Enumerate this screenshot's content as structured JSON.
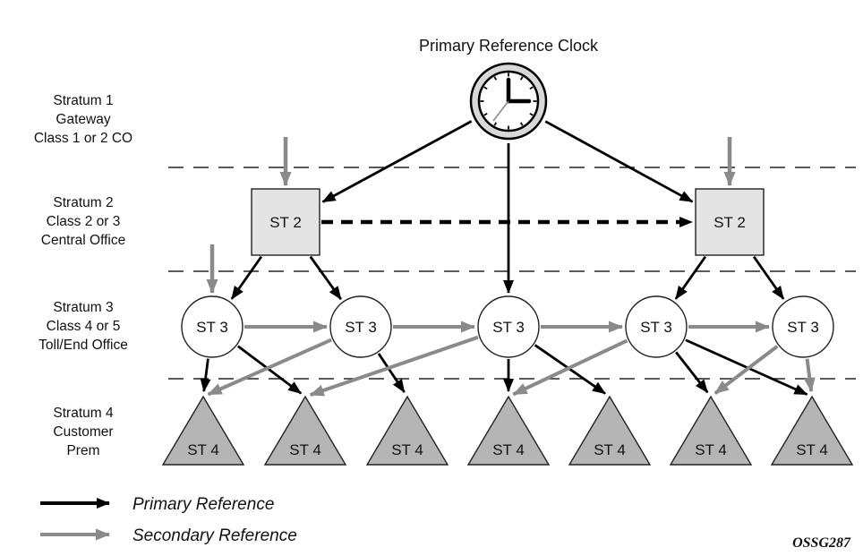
{
  "title": "Primary Reference Clock",
  "strata": [
    {
      "lines": [
        "Stratum 1",
        "Gateway",
        "Class 1 or 2 CO"
      ]
    },
    {
      "lines": [
        "Stratum 2",
        "Class 2 or 3",
        "Central Office"
      ]
    },
    {
      "lines": [
        "Stratum 3",
        "Class 4 or 5",
        "Toll/End Office"
      ]
    },
    {
      "lines": [
        "Stratum 4",
        "Customer",
        "Prem"
      ]
    }
  ],
  "nodes": {
    "clock_icon": "analog-clock",
    "st2": [
      "ST 2",
      "ST 2"
    ],
    "st3": [
      "ST 3",
      "ST 3",
      "ST 3",
      "ST 3",
      "ST 3"
    ],
    "st4": [
      "ST 4",
      "ST 4",
      "ST 4",
      "ST 4",
      "ST 4",
      "ST 4",
      "ST 4"
    ]
  },
  "connections": [
    {
      "from": "clock",
      "to": "st2-1",
      "type": "primary"
    },
    {
      "from": "clock",
      "to": "st2-2",
      "type": "primary"
    },
    {
      "from": "clock",
      "to": "st3-3",
      "type": "primary"
    },
    {
      "from": "st2-1",
      "to": "st2-2",
      "type": "primary-dashed"
    },
    {
      "from": "st2-1",
      "to": "st3-1",
      "type": "primary"
    },
    {
      "from": "st2-1",
      "to": "st3-2",
      "type": "primary"
    },
    {
      "from": "st2-2",
      "to": "st3-4",
      "type": "primary"
    },
    {
      "from": "st2-2",
      "to": "st3-5",
      "type": "primary"
    },
    {
      "from": "st3-1",
      "to": "st3-2",
      "type": "secondary"
    },
    {
      "from": "st3-2",
      "to": "st3-3",
      "type": "secondary"
    },
    {
      "from": "st3-3",
      "to": "st3-4",
      "type": "secondary"
    },
    {
      "from": "st3-4",
      "to": "st3-5",
      "type": "secondary"
    },
    {
      "from": "st3-1",
      "to": "st4-1",
      "type": "primary"
    },
    {
      "from": "st3-1",
      "to": "st4-2",
      "type": "primary"
    },
    {
      "from": "st3-2",
      "to": "st4-3",
      "type": "primary"
    },
    {
      "from": "st3-3",
      "to": "st4-4",
      "type": "primary"
    },
    {
      "from": "st3-3",
      "to": "st4-5",
      "type": "primary"
    },
    {
      "from": "st3-4",
      "to": "st4-6",
      "type": "primary"
    },
    {
      "from": "st3-4",
      "to": "st4-7",
      "type": "primary"
    },
    {
      "from": "st3-2",
      "to": "st4-1",
      "type": "secondary"
    },
    {
      "from": "st3-3",
      "to": "st4-2",
      "type": "secondary"
    },
    {
      "from": "st3-4",
      "to": "st4-4",
      "type": "secondary"
    },
    {
      "from": "st3-5",
      "to": "st4-6",
      "type": "secondary"
    },
    {
      "from": "st3-5",
      "to": "st4-7",
      "type": "secondary"
    },
    {
      "from": "external",
      "to": "st2-1",
      "type": "feed"
    },
    {
      "from": "external",
      "to": "st2-2",
      "type": "feed"
    },
    {
      "from": "external",
      "to": "st3-1",
      "type": "feed"
    }
  ],
  "legend": [
    {
      "label": "Primary Reference",
      "color": "#000000"
    },
    {
      "label": "Secondary Reference",
      "color": "#8a8a8a"
    }
  ],
  "watermark": "OSSG287",
  "colors": {
    "primary_arrow": "#000000",
    "secondary_arrow": "#8a8a8a",
    "box_fill": "#e4e4e4",
    "triangle_fill": "#b5b5b5",
    "clock_ring_fill": "#d8d8d8"
  }
}
